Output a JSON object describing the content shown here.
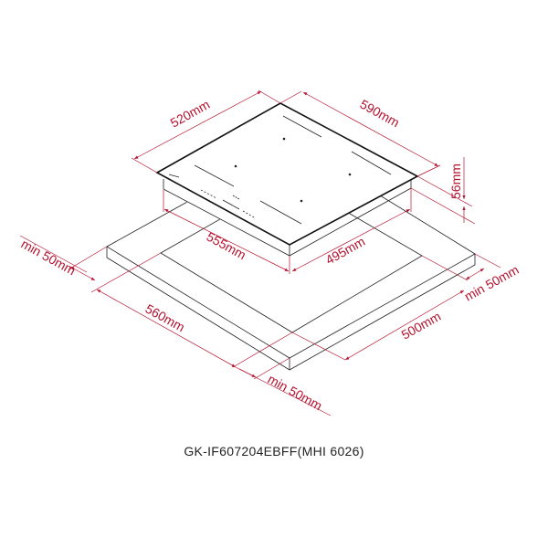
{
  "model_title": "GK-IF607204EBFF(MHI 6026)",
  "dimensions": {
    "hob_width": "520mm",
    "hob_depth": "590mm",
    "hob_height": "56mm",
    "cutout_width": "555mm",
    "cutout_depth": "495mm",
    "clearance_left": "min 50mm",
    "counter_width": "560mm",
    "counter_depth": "500mm",
    "clearance_right": "min 50mm",
    "clearance_front": "min 50mm"
  },
  "colors": {
    "dimension": "#b5122f",
    "lines": "#222222"
  }
}
